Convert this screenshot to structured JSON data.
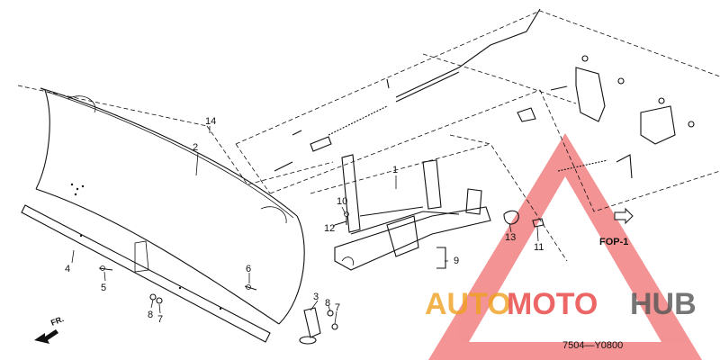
{
  "diagram": {
    "callouts": {
      "p1": "1",
      "p2": "2",
      "p3": "3",
      "p4": "4",
      "p5": "5",
      "p6": "6",
      "p7a": "7",
      "p7b": "7",
      "p8a": "8",
      "p8b": "8",
      "p9": "9",
      "p10": "10",
      "p11": "11",
      "p12": "12",
      "p13": "13",
      "p14": "14"
    },
    "fop_label": "FOP-1",
    "front_label": "FR.",
    "diagram_code": "7504—Y0800"
  },
  "watermark": {
    "auto": "AUTO",
    "moto": "MOTO",
    "hub": "HUB",
    "colors": {
      "triangle": "#f07070",
      "auto": "#f0a020",
      "moto": "#e84040",
      "hub": "#555555"
    }
  }
}
